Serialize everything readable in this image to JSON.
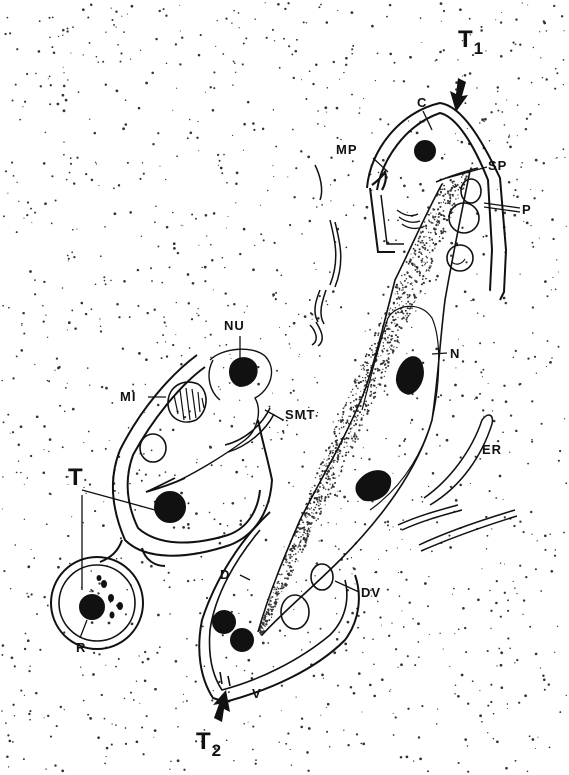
{
  "labels": {
    "T1": {
      "main": "T",
      "sub": "1"
    },
    "T2": {
      "main": "T",
      "sub": "2"
    },
    "T": "T",
    "C": "C",
    "MP": "MP",
    "SP": "SP",
    "P": "P",
    "NU": "NU",
    "N": "N",
    "MI": "MI",
    "SMT": "SMT",
    "ER": "ER",
    "D": "D",
    "DV": "DV",
    "R": "R",
    "V": "V"
  }
}
